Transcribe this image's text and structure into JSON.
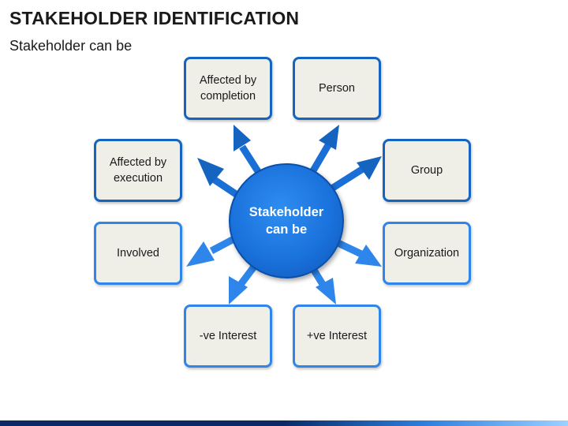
{
  "header": {
    "title": "STAKEHOLDER IDENTIFICATION",
    "subtitle": "Stakeholder can be"
  },
  "hub": {
    "label": "Stakeholder\ncan be"
  },
  "nodes": [
    {
      "id": "affected-by-completion",
      "label": "Affected by\ncompletion",
      "tone": "dark"
    },
    {
      "id": "person",
      "label": "Person",
      "tone": "dark"
    },
    {
      "id": "affected-by-execution",
      "label": "Affected by\nexecution",
      "tone": "dark"
    },
    {
      "id": "group",
      "label": "Group",
      "tone": "dark"
    },
    {
      "id": "involved",
      "label": "Involved",
      "tone": "light"
    },
    {
      "id": "organization",
      "label": "Organization",
      "tone": "light"
    },
    {
      "id": "neg-interest",
      "label": "-ve Interest",
      "tone": "light"
    },
    {
      "id": "pos-interest",
      "label": "+ve Interest",
      "tone": "light"
    }
  ],
  "colors": {
    "dark_border": "#1565c0",
    "light_border": "#2f86ea",
    "box_fill": "#efefe8",
    "hub_fill": "#1a72dc"
  }
}
